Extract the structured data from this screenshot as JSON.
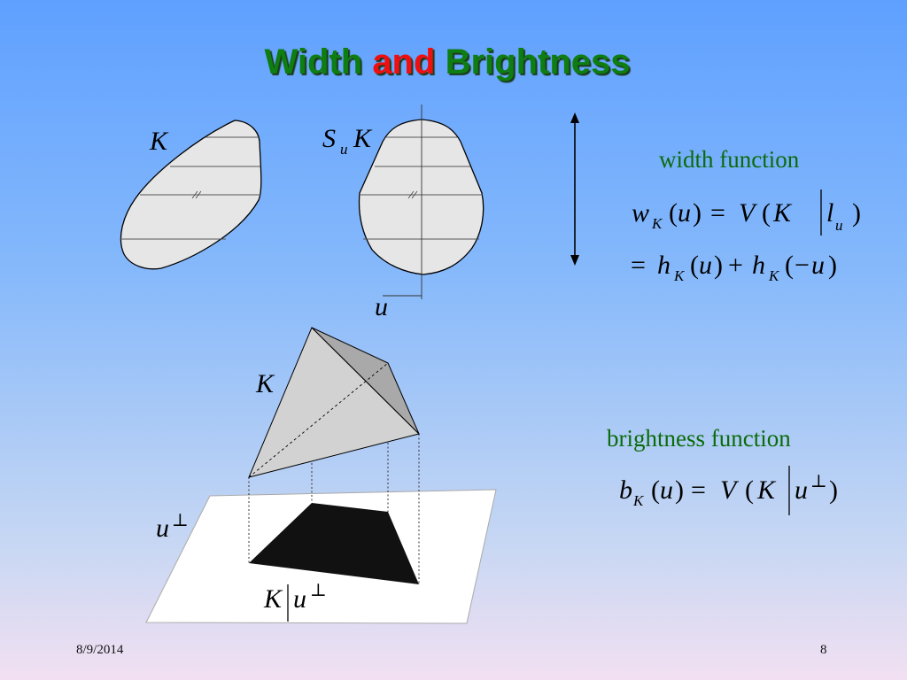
{
  "slide": {
    "title_part1": "Width",
    "title_part2": "and",
    "title_part3": "Brightness",
    "width_label": "width function",
    "brightness_label": "brightness function",
    "footer_date": "8/9/2014",
    "page_number": "8"
  },
  "figure": {
    "label_K_top": "K",
    "label_S": "S",
    "label_S_sub": "u",
    "label_SK_K": "K",
    "label_u": "u",
    "label_K_solid": "K",
    "label_u_perp": "u",
    "label_proj_K": "K",
    "label_proj_u": "u"
  },
  "formulas": {
    "w": "w",
    "K": "K",
    "u": "u",
    "V": "V",
    "l": "l",
    "h": "h",
    "b": "b",
    "perp": "⊥",
    "eq": "=",
    "plus": "+",
    "minus": "−"
  },
  "colors": {
    "title_green": "#0e7d12",
    "title_red": "#ee1010",
    "label_green": "#0b6b0b",
    "shape_fill": "#e6e6e6",
    "plane_fill": "#ffffff",
    "shadow_fill": "#111111"
  }
}
